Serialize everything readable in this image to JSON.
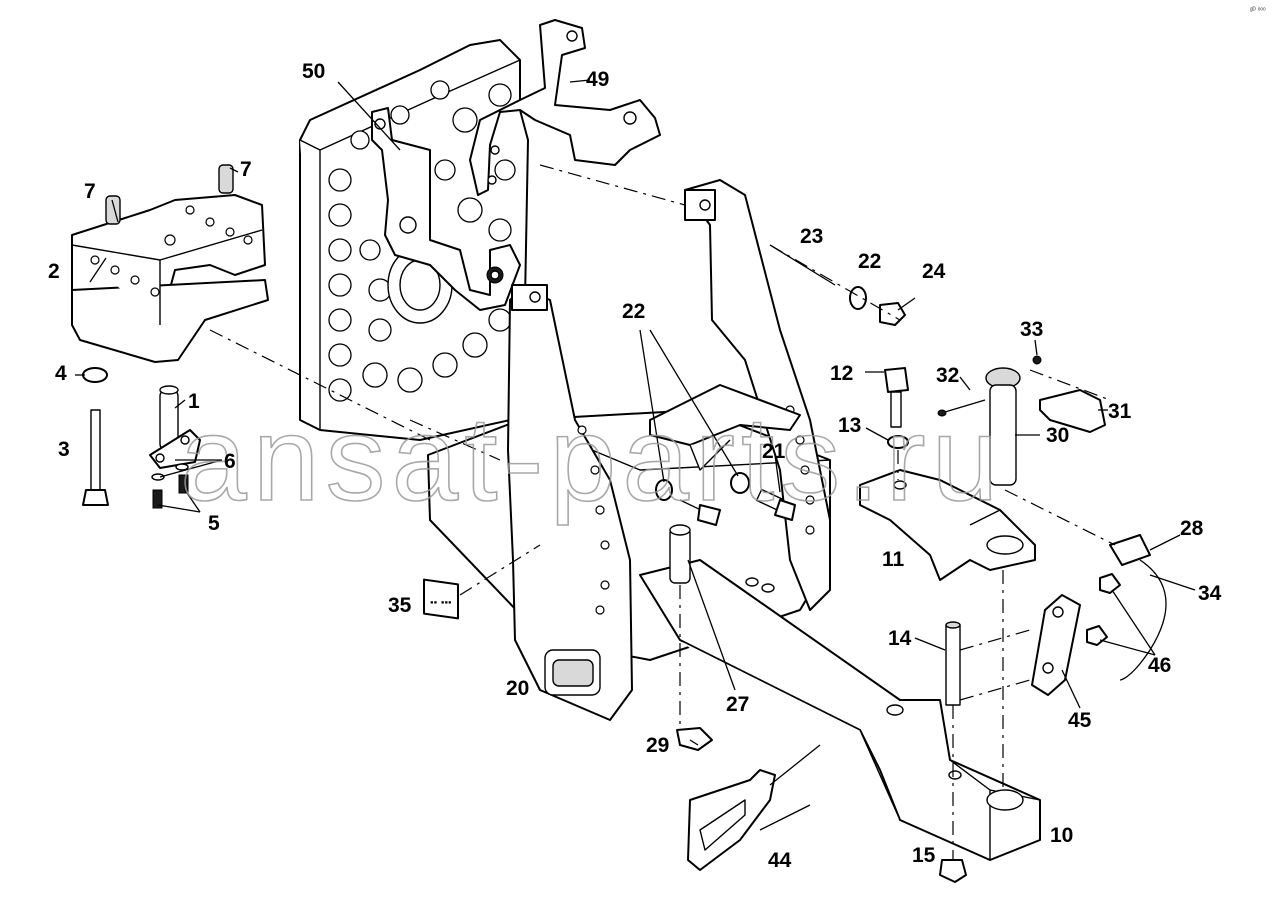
{
  "watermark": "ansat-parts.ru",
  "corner_mark": "ᵍᴰ ᵒᵒᵒ",
  "plate_label": "▪▪ ▪▪▪",
  "callouts": [
    {
      "id": "c1",
      "text": "1"
    },
    {
      "id": "c2",
      "text": "2"
    },
    {
      "id": "c3",
      "text": "3"
    },
    {
      "id": "c4",
      "text": "4"
    },
    {
      "id": "c5",
      "text": "5"
    },
    {
      "id": "c6",
      "text": "6"
    },
    {
      "id": "c7a",
      "text": "7"
    },
    {
      "id": "c7b",
      "text": "7"
    },
    {
      "id": "c10",
      "text": "10"
    },
    {
      "id": "c11",
      "text": "11"
    },
    {
      "id": "c12",
      "text": "12"
    },
    {
      "id": "c13",
      "text": "13"
    },
    {
      "id": "c14",
      "text": "14"
    },
    {
      "id": "c15",
      "text": "15"
    },
    {
      "id": "c20",
      "text": "20"
    },
    {
      "id": "c21",
      "text": "21"
    },
    {
      "id": "c22a",
      "text": "22"
    },
    {
      "id": "c22b",
      "text": "22"
    },
    {
      "id": "c23",
      "text": "23"
    },
    {
      "id": "c24",
      "text": "24"
    },
    {
      "id": "c27",
      "text": "27"
    },
    {
      "id": "c28",
      "text": "28"
    },
    {
      "id": "c29",
      "text": "29"
    },
    {
      "id": "c30",
      "text": "30"
    },
    {
      "id": "c31",
      "text": "31"
    },
    {
      "id": "c32",
      "text": "32"
    },
    {
      "id": "c33",
      "text": "33"
    },
    {
      "id": "c34",
      "text": "34"
    },
    {
      "id": "c35",
      "text": "35"
    },
    {
      "id": "c44",
      "text": "44"
    },
    {
      "id": "c45",
      "text": "45"
    },
    {
      "id": "c46",
      "text": "46"
    },
    {
      "id": "c49",
      "text": "49"
    },
    {
      "id": "c50",
      "text": "50"
    }
  ]
}
